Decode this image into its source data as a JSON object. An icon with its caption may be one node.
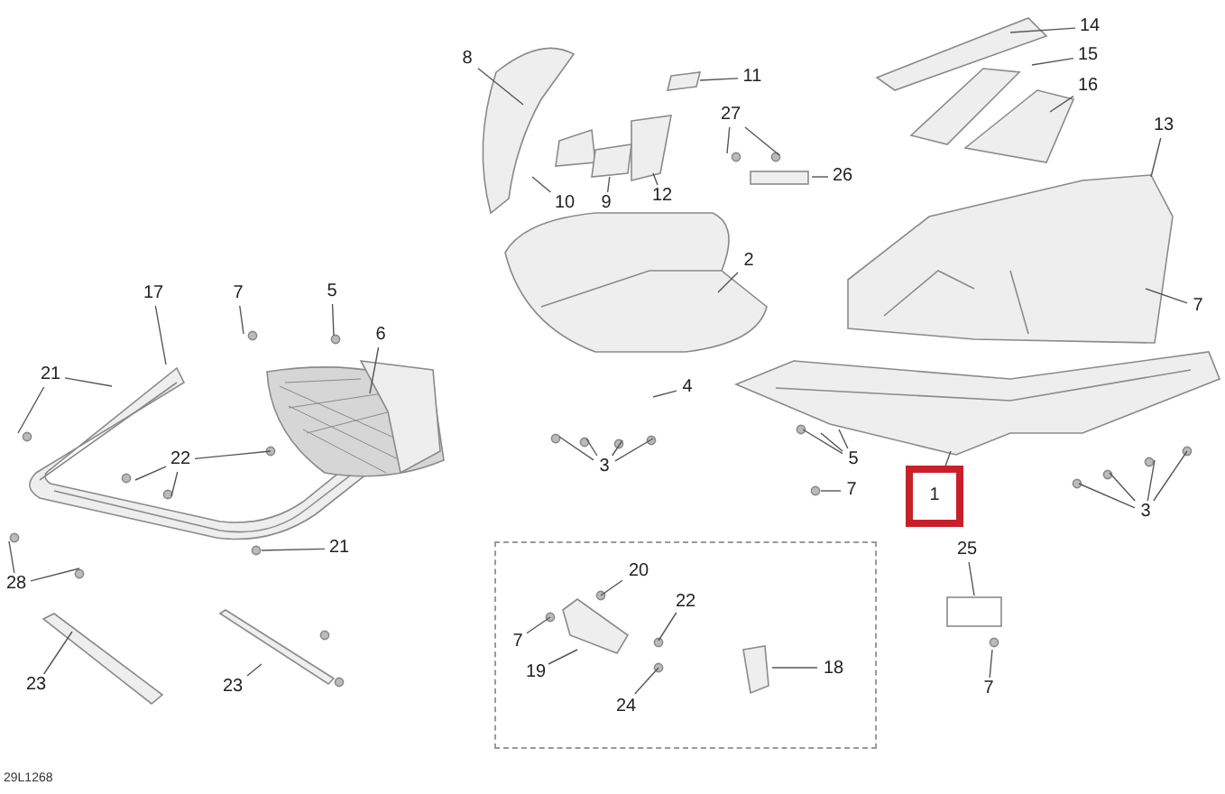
{
  "diagram": {
    "nodes": [
      {
        "text": [
          "14"
        ]
      },
      {
        "text": [
          "15"
        ]
      },
      {
        "text": [
          "16"
        ]
      },
      {
        "text": [
          "13"
        ]
      },
      {
        "text": [
          "8"
        ]
      },
      {
        "text": [
          "11"
        ]
      },
      {
        "text": [
          "27"
        ]
      },
      {
        "text": [
          "26"
        ]
      },
      {
        "text": [
          "10"
        ]
      },
      {
        "text": [
          "9"
        ]
      },
      {
        "text": [
          "12"
        ]
      },
      {
        "text": [
          "2"
        ]
      },
      {
        "text": [
          "7"
        ]
      },
      {
        "text": [
          "17"
        ]
      },
      {
        "text": [
          "7"
        ]
      },
      {
        "text": [
          "5"
        ]
      },
      {
        "text": [
          "6"
        ]
      },
      {
        "text": [
          "21"
        ]
      },
      {
        "text": [
          "22"
        ]
      },
      {
        "text": [
          "4"
        ]
      },
      {
        "text": [
          "3"
        ]
      },
      {
        "text": [
          "5"
        ]
      },
      {
        "text": [
          "7"
        ]
      },
      {
        "text": [
          "3"
        ]
      },
      {
        "text": [
          "21"
        ]
      },
      {
        "text": [
          "28"
        ]
      },
      {
        "text": [
          "23"
        ]
      },
      {
        "text": [
          "23"
        ]
      },
      {
        "text": [],
        "shape": "box"
      },
      {
        "text": [
          "20"
        ],
        "in": 28
      },
      {
        "text": [
          "22"
        ],
        "in": 28
      },
      {
        "text": [
          "7"
        ],
        "in": 28
      },
      {
        "text": [
          "19"
        ],
        "in": 28
      },
      {
        "text": [
          "24"
        ],
        "in": 28
      },
      {
        "text": [
          "18"
        ],
        "in": 28
      },
      {
        "text": [
          "1"
        ]
      },
      {
        "text": [
          "25"
        ]
      },
      {
        "text": [
          "7"
        ]
      },
      {
        "text": [],
        "shape": "picture"
      },
      {
        "text": [],
        "shape": "picture"
      }
    ],
    "edges": [
      {
        "from": 0,
        "to": null,
        "arrow": "none"
      },
      {
        "from": 1,
        "to": null,
        "arrow": "none"
      },
      {
        "from": 2,
        "to": null,
        "arrow": "none"
      },
      {
        "from": 3,
        "to": null,
        "arrow": "none"
      },
      {
        "from": 4,
        "to": null,
        "arrow": "none"
      },
      {
        "from": 5,
        "to": 38,
        "arrow": "none"
      },
      {
        "from": 6,
        "to": null,
        "arrow": "none"
      },
      {
        "from": 6,
        "to": null,
        "arrow": "none"
      },
      {
        "from": 7,
        "to": null,
        "arrow": "none"
      },
      {
        "from": 8,
        "to": null,
        "arrow": "none"
      },
      {
        "from": 9,
        "to": 39,
        "arrow": "none"
      },
      {
        "from": 10,
        "to": null,
        "arrow": "none"
      },
      {
        "from": 11,
        "to": null,
        "arrow": "none"
      },
      {
        "from": 12,
        "to": null,
        "arrow": "none"
      },
      {
        "from": 13,
        "to": null,
        "arrow": "none"
      },
      {
        "from": 14,
        "to": null,
        "arrow": "none"
      },
      {
        "from": 15,
        "to": null,
        "arrow": "none"
      },
      {
        "from": 16,
        "to": null,
        "arrow": "none"
      },
      {
        "from": 17,
        "to": null,
        "arrow": "none"
      },
      {
        "from": 17,
        "to": null,
        "arrow": "none"
      },
      {
        "from": 18,
        "to": null,
        "arrow": "none"
      },
      {
        "from": 18,
        "to": null,
        "arrow": "none"
      },
      {
        "from": 18,
        "to": null,
        "arrow": "none"
      },
      {
        "from": 19,
        "to": null,
        "arrow": "none"
      },
      {
        "from": 20,
        "to": null,
        "arrow": "none"
      },
      {
        "from": 20,
        "to": null,
        "arrow": "none"
      },
      {
        "from": 20,
        "to": null,
        "arrow": "none"
      },
      {
        "from": 20,
        "to": null,
        "arrow": "none"
      },
      {
        "from": 21,
        "to": null,
        "arrow": "none"
      },
      {
        "from": 21,
        "to": null,
        "arrow": "none"
      },
      {
        "from": 21,
        "to": null,
        "arrow": "none"
      },
      {
        "from": 22,
        "to": null,
        "arrow": "none"
      },
      {
        "from": 23,
        "to": null,
        "arrow": "none"
      },
      {
        "from": 23,
        "to": null,
        "arrow": "none"
      },
      {
        "from": 23,
        "to": null,
        "arrow": "none"
      },
      {
        "from": 23,
        "to": null,
        "arrow": "none"
      },
      {
        "from": 24,
        "to": null,
        "arrow": "none"
      },
      {
        "from": 25,
        "to": null,
        "arrow": "none"
      },
      {
        "from": 25,
        "to": null,
        "arrow": "none"
      },
      {
        "from": 26,
        "to": null,
        "arrow": "none"
      },
      {
        "from": 27,
        "to": null,
        "arrow": "none"
      },
      {
        "from": 29,
        "to": null,
        "arrow": "none"
      },
      {
        "from": 30,
        "to": null,
        "arrow": "none"
      },
      {
        "from": 31,
        "to": null,
        "arrow": "none"
      },
      {
        "from": 32,
        "to": null,
        "arrow": "none"
      },
      {
        "from": 33,
        "to": null,
        "arrow": "none"
      },
      {
        "from": 34,
        "to": null,
        "arrow": "none"
      },
      {
        "from": 35,
        "to": null,
        "arrow": "none"
      },
      {
        "from": 36,
        "to": null,
        "arrow": "none"
      },
      {
        "from": 37,
        "to": null,
        "arrow": "none"
      }
    ],
    "labels": [
      "29L1268"
    ]
  }
}
